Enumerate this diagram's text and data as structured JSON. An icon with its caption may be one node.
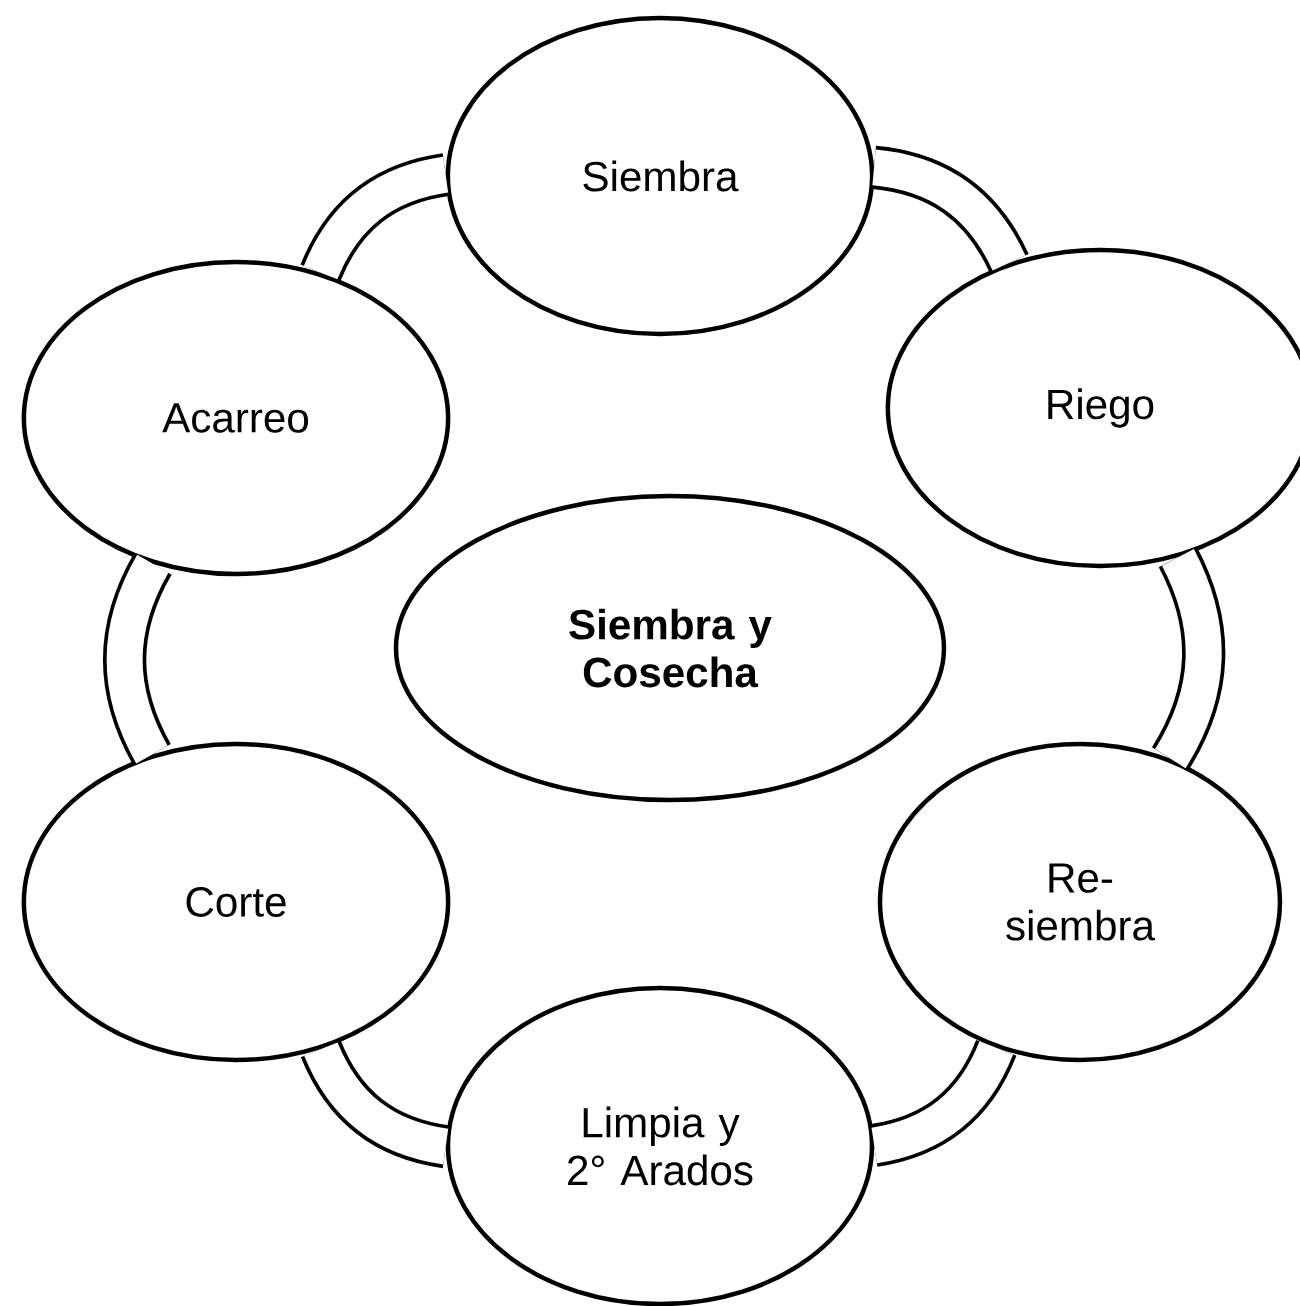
{
  "diagram": {
    "nodes": [
      {
        "text": [
          "Siembra"
        ]
      },
      {
        "text": [
          "Riego"
        ]
      },
      {
        "text": [
          "Re-siembra"
        ]
      },
      {
        "text": [
          "Limpia y 2° Arados"
        ]
      },
      {
        "text": [
          "Corte"
        ]
      },
      {
        "text": [
          "Acarreo"
        ]
      },
      {
        "text": [
          "Siembra y Cosecha"
        ]
      }
    ],
    "edges": [
      {
        "from": 0,
        "to": 1,
        "arrow": "none"
      },
      {
        "from": 1,
        "to": 2,
        "arrow": "none"
      },
      {
        "from": 2,
        "to": 3,
        "arrow": "none"
      },
      {
        "from": 3,
        "to": 4,
        "arrow": "none"
      },
      {
        "from": 4,
        "to": 5,
        "arrow": "none"
      },
      {
        "from": 5,
        "to": 0,
        "arrow": "none"
      }
    ]
  }
}
